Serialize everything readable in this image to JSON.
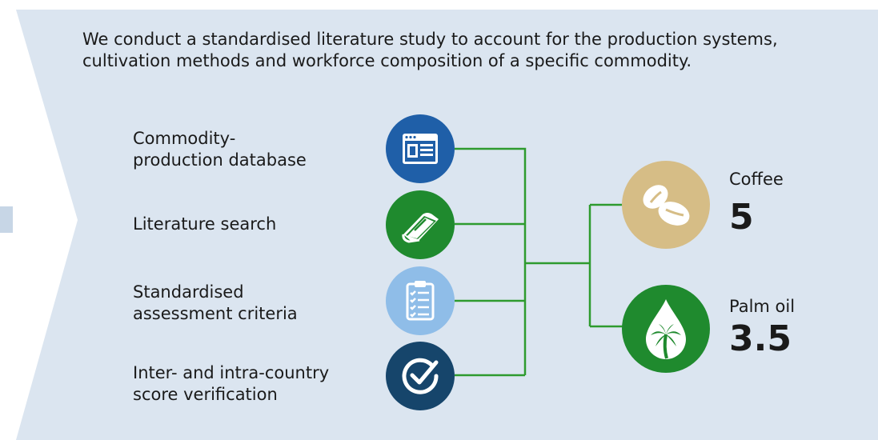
{
  "intro": {
    "line1": "We conduct a standardised literature study to account for the production systems,",
    "line2": "cultivation methods and workforce composition of a specific commodity."
  },
  "steps": [
    {
      "line1": "Commodity-",
      "line2": "production database",
      "icon": "database-window-icon",
      "color": "#1f5fa8"
    },
    {
      "line1": "Literature search",
      "line2": "",
      "icon": "book-icon",
      "color": "#1f8a2e"
    },
    {
      "line1": "Standardised",
      "line2": "assessment criteria",
      "icon": "clipboard-checklist-icon",
      "color": "#8fbde8"
    },
    {
      "line1": "Inter- and intra-country",
      "line2": "score verification",
      "icon": "checkmark-circle-icon",
      "color": "#16456b"
    }
  ],
  "results": [
    {
      "name": "Coffee",
      "value": "5",
      "icon": "coffee-bean-icon",
      "color": "#d6bd86"
    },
    {
      "name": "Palm oil",
      "value": "3.5",
      "icon": "palm-oil-drop-icon",
      "color": "#1f8a2e"
    }
  ],
  "colors": {
    "background": "#dbe5f0",
    "connector": "#2e9b2e"
  }
}
